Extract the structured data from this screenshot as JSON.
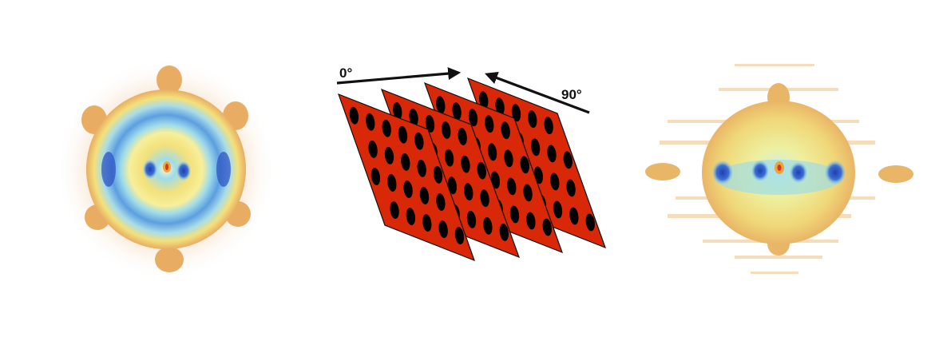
{
  "figure": {
    "left_pattern": {
      "name": "ring-diffraction-pattern",
      "colormap": [
        "#ffffff",
        "#f5ddc1",
        "#e8ad63",
        "#f3e17b",
        "#9fdcea",
        "#5c9ee0",
        "#233fb0"
      ]
    },
    "schematic": {
      "sheet_color": "#d92808",
      "hole_color": "#ffffff",
      "sheet_count": 4,
      "arrow_0_label": "0°",
      "arrow_90_label": "90°"
    },
    "right_pattern": {
      "name": "lobed-diffraction-pattern",
      "colormap": [
        "#ffffff",
        "#f4d7b0",
        "#e9b566",
        "#f0e27f",
        "#99dbe8",
        "#1f3fb3"
      ]
    }
  }
}
